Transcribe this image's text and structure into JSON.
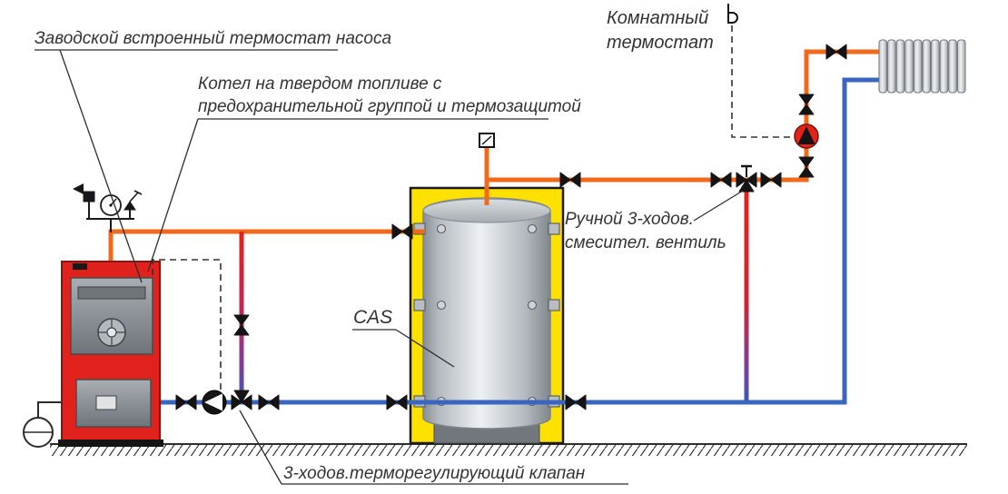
{
  "labels": {
    "factory_pump_thermostat": "Заводской встроенный термостат насоса",
    "solid_fuel_boiler": [
      "Котел на твердом топливе с",
      "предохранительной группой и термозащитой"
    ],
    "room_thermostat": [
      "Комнатный",
      "термостат"
    ],
    "manual_mixing_valve": [
      "Ручной 3-ходов.",
      "смесител. вентиль"
    ],
    "buffer_tank": "CAS",
    "three_way_thermo_valve": "3-ходов.терморегулирующий клапан"
  },
  "colors": {
    "supply_pipe": "#f2691b",
    "return_pipe": "#3a66c0",
    "hot_pipe": "#e2231a",
    "boiler_red": "#e0211c",
    "insulation_yellow": "#ffe100",
    "valve_black": "#141414",
    "pump_red": "#e2231a",
    "text": "#333333"
  }
}
